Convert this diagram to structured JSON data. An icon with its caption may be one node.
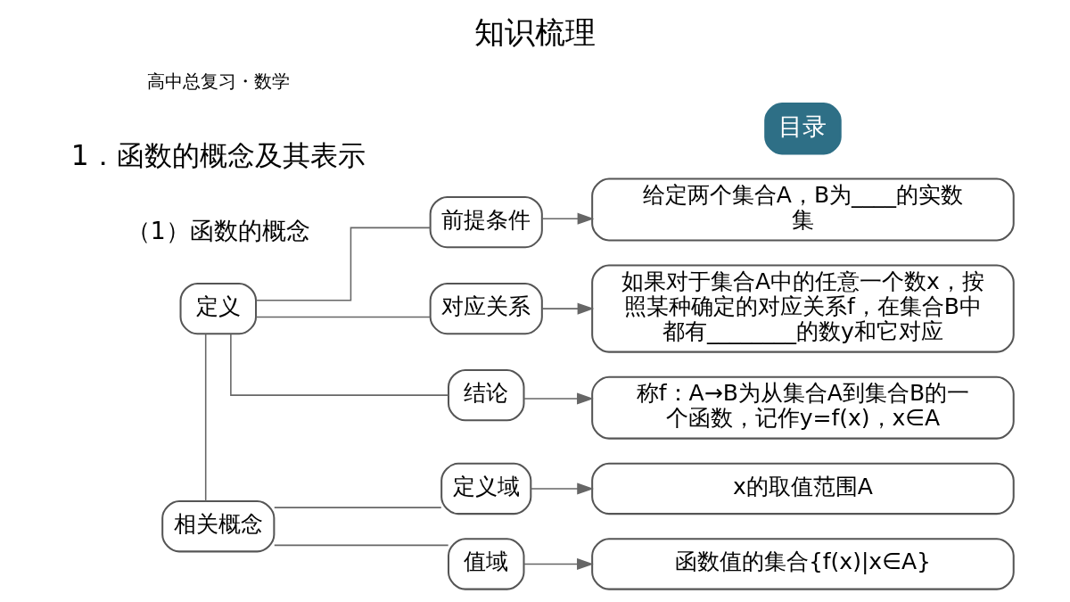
{
  "diagram": {
    "title": "知识梳理",
    "nodes": [
      {
        "text": [
          "定义"
        ]
      },
      {
        "text": [
          "相关概念"
        ]
      },
      {
        "text": [
          "前提条件"
        ]
      },
      {
        "text": [
          "对应关系"
        ]
      },
      {
        "text": [
          "结论"
        ]
      },
      {
        "text": [
          "定义域"
        ]
      },
      {
        "text": [
          "值域"
        ]
      },
      {
        "text": [
          "给定两个集合A，B为____的实数集"
        ]
      },
      {
        "text": [
          "如果对于集合A中的任意一个数x，按照某种确定的对应关系f，在集合B中都有________的数y和它对应"
        ]
      },
      {
        "text": [
          "称f：A→B为从集合A到集合B的一个函数，记作y=f(x)，x∈A"
        ]
      },
      {
        "text": [
          "x的取值范围A"
        ]
      },
      {
        "text": [
          "函数值的集合{f(x)|x∈A}"
        ]
      }
    ],
    "edges": [
      {
        "from": 0,
        "to": 1,
        "arrow": "none"
      },
      {
        "from": 0,
        "to": 2,
        "arrow": "none"
      },
      {
        "from": 0,
        "to": 3,
        "arrow": "none"
      },
      {
        "from": 0,
        "to": 4,
        "arrow": "none"
      },
      {
        "from": 1,
        "to": 5,
        "arrow": "none"
      },
      {
        "from": 1,
        "to": 6,
        "arrow": "none"
      },
      {
        "from": 2,
        "to": 7,
        "arrow": "to"
      },
      {
        "from": 3,
        "to": 8,
        "arrow": "to"
      },
      {
        "from": 4,
        "to": 9,
        "arrow": "to"
      },
      {
        "from": 5,
        "to": 10,
        "arrow": "to"
      },
      {
        "from": 6,
        "to": 11,
        "arrow": "to"
      }
    ],
    "labels": [
      "高中总复习・数学",
      "1．函数的概念及其表示",
      "（1）函数的概念",
      "目录"
    ]
  }
}
